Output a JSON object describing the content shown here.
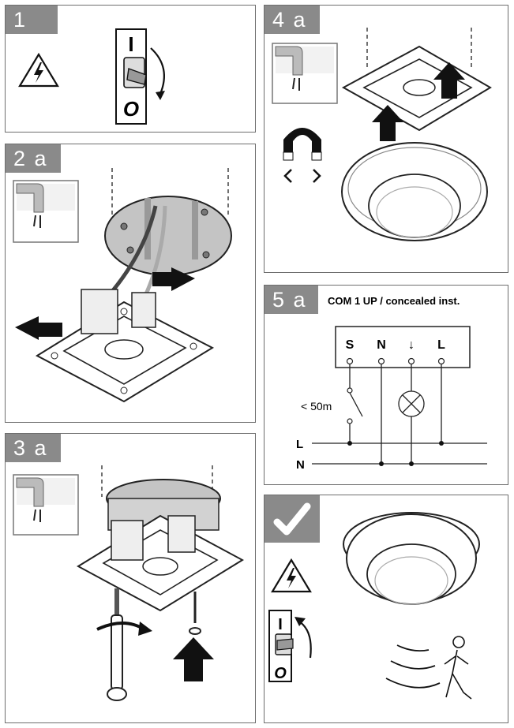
{
  "steps": {
    "s1": {
      "label": "1",
      "switch_on": "I",
      "switch_off": "O"
    },
    "s2": {
      "label": "2 a"
    },
    "s3": {
      "label": "3 a"
    },
    "s4": {
      "label": "4 a"
    },
    "s5": {
      "label": "5 a",
      "title": "COM 1 UP / concealed inst.",
      "terminals": [
        "S",
        "N",
        "↓",
        "L"
      ],
      "distance": "< 50m",
      "line_L": "L",
      "line_N": "N"
    },
    "s6": {
      "label": "✔",
      "switch_on": "I",
      "switch_off": "O"
    }
  },
  "colors": {
    "tab": "#8a8a8a",
    "border": "#6e6e6e",
    "arrow": "#1a1a1a",
    "wire_gray": "#b0b0b0"
  }
}
